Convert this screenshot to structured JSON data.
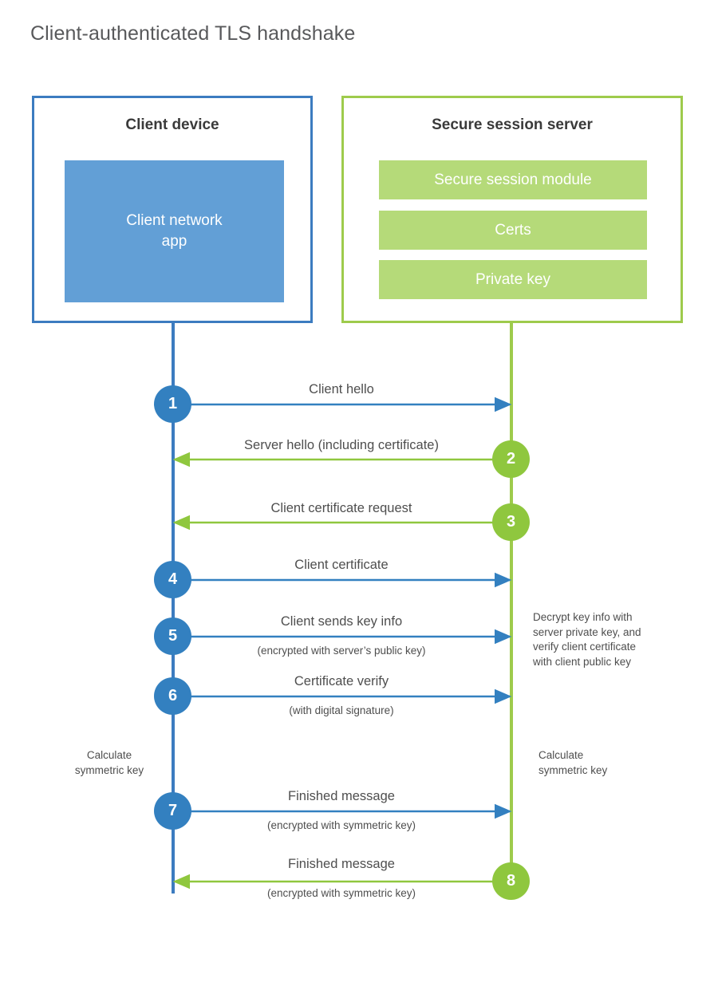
{
  "diagram": {
    "title": "Client-authenticated TLS handshake",
    "colors": {
      "client_blue": "#3c7cc0",
      "client_circle_blue": "#3380c0",
      "client_app_blue": "#629fd6",
      "server_green": "#9ecb4c",
      "server_circle_green": "#8fc73e",
      "server_block_green": "#b5da79",
      "text": "#4e4e4e",
      "title_text": "#58595b"
    }
  },
  "client": {
    "title": "Client device",
    "app_label": "Client network\napp",
    "app_label_line1": "Client network",
    "app_label_line2": "app",
    "note": "Calculate\nsymmetric key",
    "note_line1": "Calculate",
    "note_line2": "symmetric key"
  },
  "server": {
    "title": "Secure session server",
    "blocks": [
      {
        "label": "Secure session module"
      },
      {
        "label": "Certs"
      },
      {
        "label": "Private key"
      }
    ],
    "decrypt_note_line1": "Decrypt key info with",
    "decrypt_note_line2": "server private key, and",
    "decrypt_note_line3": "verify client certificate",
    "decrypt_note_line4": "with client public key",
    "note_line1": "Calculate",
    "note_line2": "symmetric key"
  },
  "steps": [
    {
      "number": "1",
      "label": "Client hello",
      "sub": "",
      "direction": "client-to-server",
      "color": "blue"
    },
    {
      "number": "2",
      "label": "Server hello (including certificate)",
      "sub": "",
      "direction": "server-to-client",
      "color": "green"
    },
    {
      "number": "3",
      "label": "Client certificate request",
      "sub": "",
      "direction": "server-to-client",
      "color": "green"
    },
    {
      "number": "4",
      "label": "Client certificate",
      "sub": "",
      "direction": "client-to-server",
      "color": "blue"
    },
    {
      "number": "5",
      "label": "Client sends key info",
      "sub": "(encrypted with server’s public key)",
      "direction": "client-to-server",
      "color": "blue"
    },
    {
      "number": "6",
      "label": "Certificate verify",
      "sub": "(with digital signature)",
      "direction": "client-to-server",
      "color": "blue"
    },
    {
      "number": "7",
      "label": "Finished message",
      "sub": "(encrypted with symmetric key)",
      "direction": "client-to-server",
      "color": "blue"
    },
    {
      "number": "8",
      "label": "Finished message",
      "sub": "(encrypted with symmetric key)",
      "direction": "server-to-client",
      "color": "green"
    }
  ]
}
